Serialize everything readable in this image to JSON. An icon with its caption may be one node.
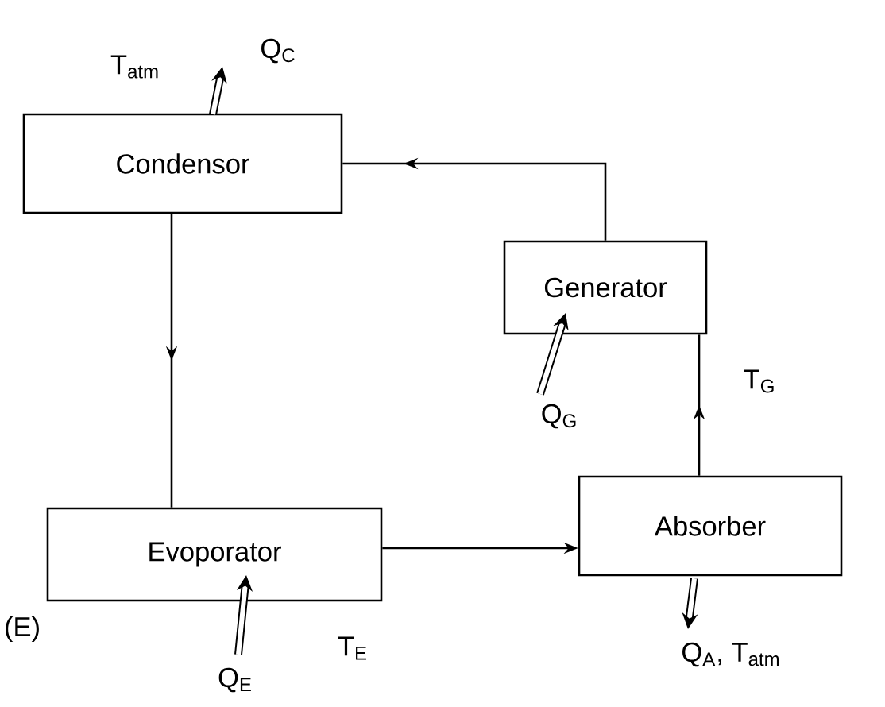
{
  "diagram": {
    "nodes": [
      {
        "text": [
          "Condensor"
        ]
      },
      {
        "text": [
          "Generator"
        ]
      },
      {
        "text": [
          "Evoporator"
        ]
      },
      {
        "text": [
          "Absorber"
        ]
      }
    ],
    "edges": [
      {
        "from": 0,
        "to": 2,
        "arrow": "to"
      },
      {
        "from": 2,
        "to": 3,
        "arrow": "to"
      },
      {
        "from": 3,
        "to": 1,
        "arrow": "to"
      },
      {
        "from": 1,
        "to": 0,
        "arrow": "to"
      }
    ],
    "labels": [
      "T$_{atm}$",
      "Q$_{C}$",
      "T$_{G}$",
      "Q$_{G}$",
      "(E)",
      "Q$_{E}$",
      "T$_{E}$",
      "Q$_{A}$, T$_{atm}$"
    ]
  }
}
